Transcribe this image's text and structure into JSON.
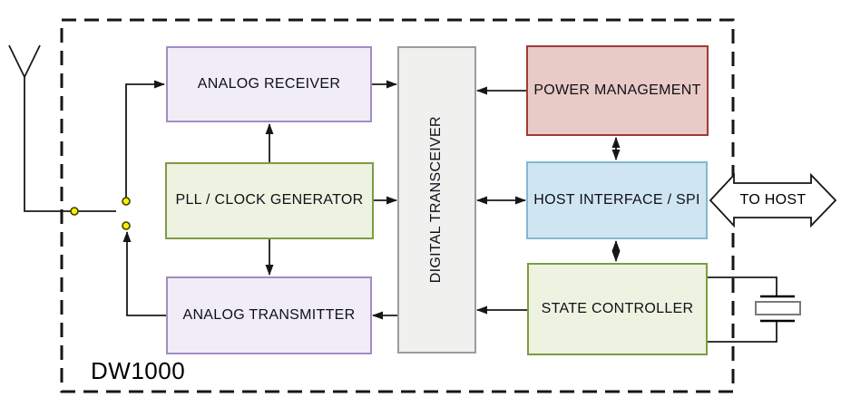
{
  "diagram": {
    "chip_label": "DW1000",
    "to_host_label": "TO HOST",
    "blocks": [
      {
        "id": "analog-receiver",
        "label": "ANALOG RECEIVER",
        "color": "purple"
      },
      {
        "id": "pll-clock-generator",
        "label": "PLL / CLOCK GENERATOR",
        "color": "green"
      },
      {
        "id": "analog-transmitter",
        "label": "ANALOG TRANSMITTER",
        "color": "purple"
      },
      {
        "id": "digital-transceiver",
        "label": "DIGITAL TRANSCEIVER",
        "color": "gray",
        "orientation": "vertical"
      },
      {
        "id": "power-management",
        "label": "POWER MANAGEMENT",
        "color": "red"
      },
      {
        "id": "host-interface-spi",
        "label": "HOST INTERFACE / SPI",
        "color": "blue"
      },
      {
        "id": "state-controller",
        "label": "STATE CONTROLLER",
        "color": "green"
      }
    ],
    "symbols": {
      "antenna": "antenna-icon",
      "rf_switch": "rf-switch-nodes",
      "crystal": "crystal-oscillator-icon"
    },
    "connections": [
      "antenna to rf-switch",
      "rf-switch to analog-receiver",
      "analog-transmitter to rf-switch",
      "analog-receiver to digital-transceiver",
      "pll-clock-generator to digital-transceiver",
      "pll-clock-generator to analog-receiver",
      "pll-clock-generator to analog-transmitter",
      "digital-transceiver to analog-transmitter",
      "power-management to digital-transceiver",
      "digital-transceiver to-from host-interface-spi",
      "power-management to-from host-interface-spi",
      "host-interface-spi to-from state-controller",
      "state-controller to digital-transceiver",
      "state-controller to crystal-oscillator",
      "host-interface-spi to-from host (TO HOST)"
    ]
  },
  "colors": {
    "purple-fill": "#f0edf7",
    "purple-border": "#a28cc4",
    "green-fill": "#eef2e0",
    "green-border": "#7d9c44",
    "gray-fill": "#f0f0ef",
    "gray-border": "#9c9c9c",
    "red-fill": "#e8cac6",
    "red-border": "#9e3c34",
    "blue-fill": "#cfe5f1",
    "blue-border": "#86b6d2",
    "line": "#1a1a1a",
    "node-fill": "#ffee00",
    "node-border": "#3d3d00"
  }
}
